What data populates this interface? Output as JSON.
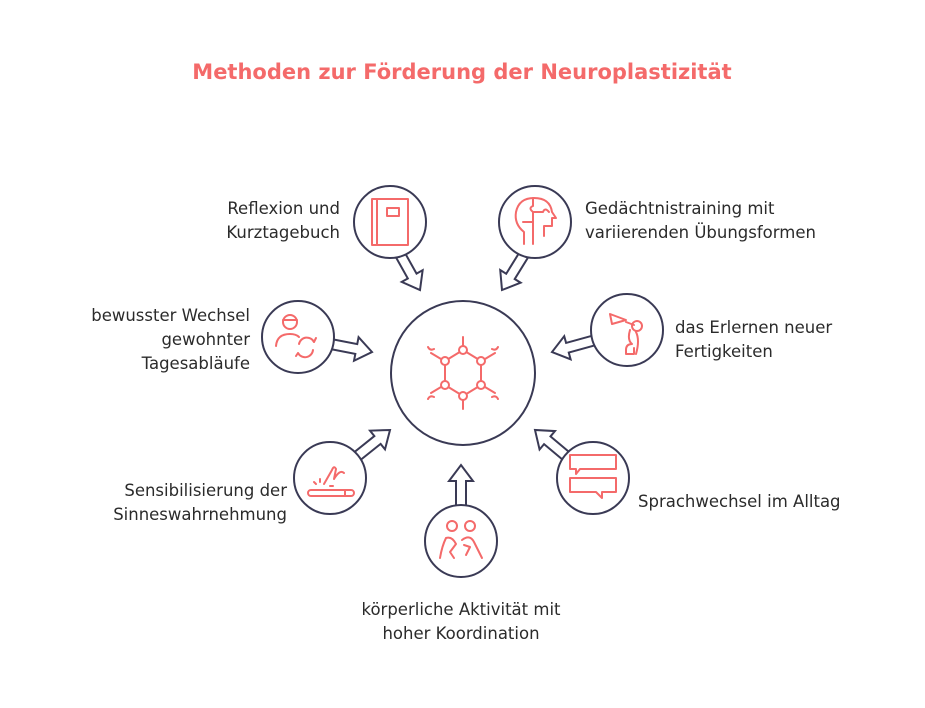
{
  "title": "Methoden zur Förderung der Neuroplastizität",
  "colors": {
    "accent": "#f46a6a",
    "outline": "#3a3a55",
    "text": "#2b2b2b"
  },
  "center": {
    "icon": "neural-network-icon"
  },
  "methods": [
    {
      "id": "reflexion",
      "icon": "notebook-icon",
      "lines": [
        "Reflexion und",
        "Kurztagebuch"
      ]
    },
    {
      "id": "gedaechtnis",
      "icon": "puzzle-head-icon",
      "lines": [
        "Gedächtnistraining mit",
        "variierenden Übungsformen"
      ]
    },
    {
      "id": "wechsel",
      "icon": "person-cycle-icon",
      "lines": [
        "bewusster Wechsel",
        "gewohnter",
        "Tagesabläufe"
      ]
    },
    {
      "id": "erlernen",
      "icon": "person-trumpet-icon",
      "lines": [
        "das Erlernen neuer",
        "Fertigkeiten"
      ]
    },
    {
      "id": "sensibilisierung",
      "icon": "touch-surface-icon",
      "lines": [
        "Sensibilisierung der",
        "Sinneswahrnehmung"
      ]
    },
    {
      "id": "sprachwechsel",
      "icon": "chat-bubbles-icon",
      "lines": [
        "Sprachwechsel im Alltag"
      ]
    },
    {
      "id": "koerperlich",
      "icon": "people-activity-icon",
      "lines": [
        "körperliche Aktivität mit",
        "hoher Koordination"
      ]
    }
  ]
}
